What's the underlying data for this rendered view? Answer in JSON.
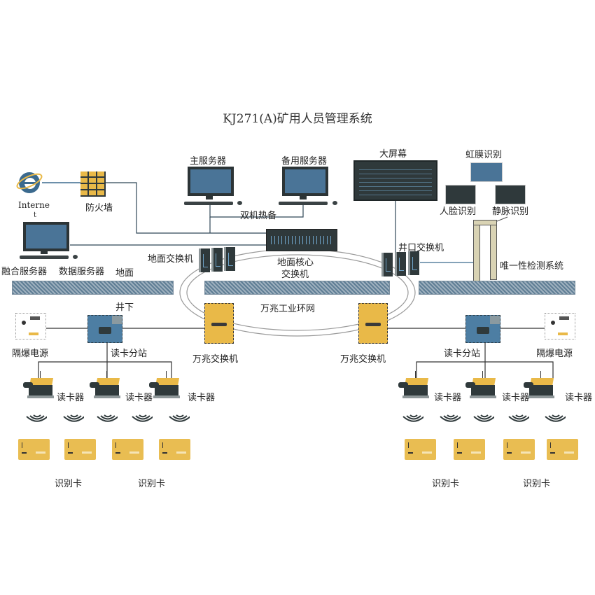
{
  "title": "KJ271(A)矿用人员管理系统",
  "surface": {
    "internet_label": "Interne",
    "internet_label_wrap": "t",
    "firewall_label": "防火墙",
    "fusion_server_label": "融合服务器",
    "data_server_label": "数据服务器",
    "ground_label": "地面",
    "main_server_label": "主服务器",
    "backup_server_label": "备用服务器",
    "hot_standby_label": "双机热备",
    "big_screen_label": "大屏幕",
    "iris_label": "虹膜识别",
    "face_label": "人脸识别",
    "vein_label": "静脉识别",
    "surface_switch_label": "地面交换机",
    "core_switch_label_line1": "地面核心",
    "core_switch_label_line2": "交换机",
    "shaft_switch_label": "井口交换机",
    "uniqueness_label": "唯一性检测系统"
  },
  "underground": {
    "underground_label": "井下",
    "ring_label": "万兆工业环网",
    "left": {
      "psu_label": "隔爆电源",
      "station_label": "读卡分站",
      "switch_label": "万兆交换机",
      "readers": [
        "读卡器",
        "读卡器",
        "读卡器"
      ],
      "card_labels": [
        "识别卡",
        "识别卡"
      ]
    },
    "right": {
      "psu_label": "隔爆电源",
      "station_label": "读卡分站",
      "switch_label": "万兆交换机",
      "readers": [
        "读卡器",
        "读卡器",
        "读卡器"
      ],
      "card_labels": [
        "识别卡",
        "识别卡"
      ]
    }
  },
  "colors": {
    "equipment_yellow": "#e9b948",
    "equipment_blue": "#4d7ea3",
    "device_dark": "#2f393b",
    "line": "#333333"
  }
}
